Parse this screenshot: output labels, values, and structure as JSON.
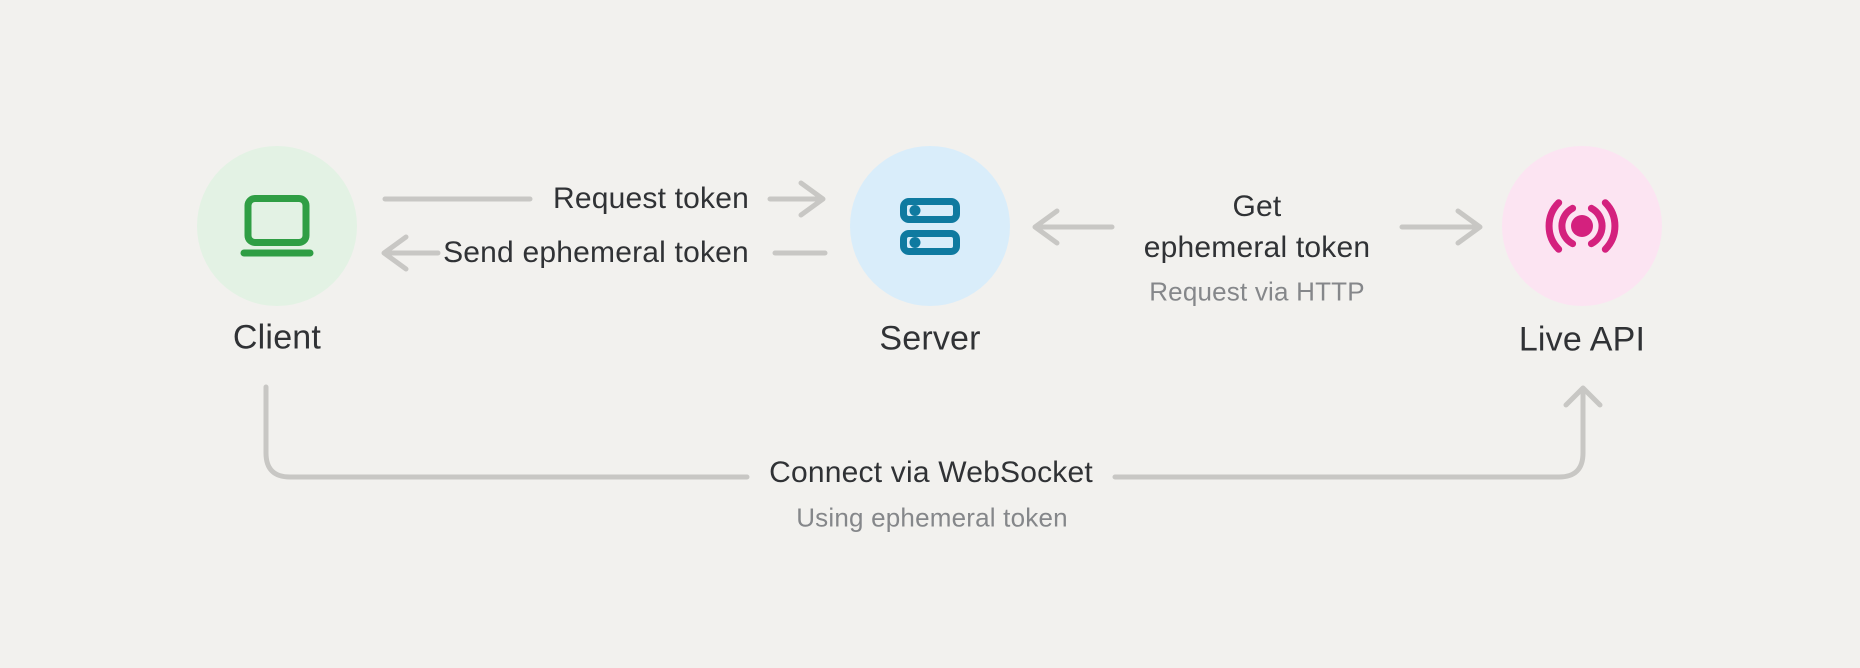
{
  "colors": {
    "background": "#f2f1ee",
    "connector_line": "#c8c7c4",
    "text_dark": "#303235",
    "text_muted": "#85878a",
    "client_icon": "#2f9e44",
    "client_circle_bg": "#e3f2e4",
    "server_icon": "#0f7aa0",
    "server_circle_bg": "#d9edfa",
    "liveapi_icon": "#d4217e",
    "liveapi_circle_bg": "#fce4f2"
  },
  "nodes": {
    "client": {
      "label": "Client",
      "icon": "laptop-icon"
    },
    "server": {
      "label": "Server",
      "icon": "server-icon"
    },
    "live_api": {
      "label": "Live API",
      "icon": "broadcast-icon"
    }
  },
  "edges": {
    "request_token": {
      "label": "Request token",
      "from": "client",
      "to": "server",
      "arrow_direction": "right"
    },
    "send_ephemeral_token": {
      "label": "Send ephemeral token",
      "from": "server",
      "to": "client",
      "arrow_direction": "left"
    },
    "get_ephemeral_token": {
      "label_line1": "Get",
      "label_line2": "ephemeral token",
      "subtitle": "Request via HTTP",
      "from": "server",
      "to": "live_api",
      "arrow_direction": "both"
    },
    "connect_websocket": {
      "label": "Connect via WebSocket",
      "subtitle": "Using ephemeral token",
      "from": "client",
      "to": "live_api",
      "arrow_direction": "up"
    }
  }
}
